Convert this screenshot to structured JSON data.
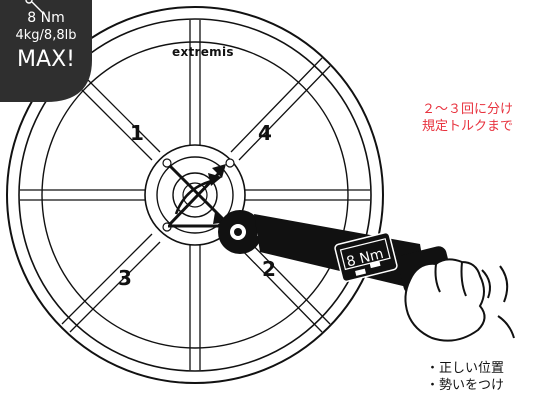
{
  "badge": {
    "torque": "8 Nm",
    "weight": "4kg/8,8lb",
    "max": "MAX!"
  },
  "brand": "extremis",
  "sequence": [
    "1",
    "4",
    "3",
    "2"
  ],
  "wrench_display": "8 Nm",
  "notes_red": [
    "２～３回に分け",
    "規定トルクまで"
  ],
  "notes_black": [
    "・正しい位置",
    "・勢いをつけ"
  ],
  "icons": {
    "wrench_badge": "wrench-icon",
    "rotate_arrow": "rotate-arrow-icon",
    "hand": "hand-icon"
  },
  "colors": {
    "badge_bg": "#2f2f2f",
    "note_red": "#e8323e",
    "line": "#111111"
  }
}
